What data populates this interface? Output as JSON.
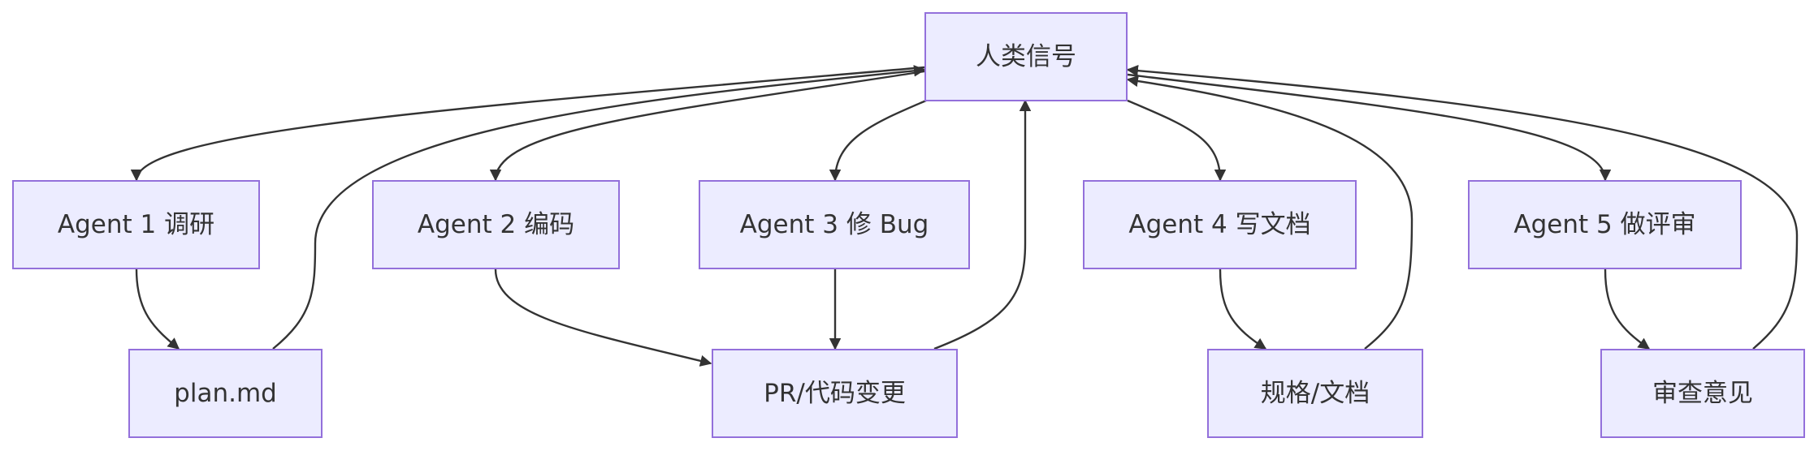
{
  "nodes": {
    "human": {
      "label": "人类信号"
    },
    "a1": {
      "label": "Agent 1 调研"
    },
    "a2": {
      "label": "Agent 2 编码"
    },
    "a3": {
      "label": "Agent 3 修 Bug"
    },
    "a4": {
      "label": "Agent 4 写文档"
    },
    "a5": {
      "label": "Agent 5 做评审"
    },
    "plan": {
      "label": "plan.md"
    },
    "pr": {
      "label": "PR/代码变更"
    },
    "spec": {
      "label": "规格/文档"
    },
    "review": {
      "label": "审查意见"
    }
  },
  "edges": [
    {
      "from": "human",
      "to": "a1"
    },
    {
      "from": "human",
      "to": "a2"
    },
    {
      "from": "human",
      "to": "a3"
    },
    {
      "from": "human",
      "to": "a4"
    },
    {
      "from": "human",
      "to": "a5"
    },
    {
      "from": "a1",
      "to": "plan"
    },
    {
      "from": "a2",
      "to": "pr"
    },
    {
      "from": "a3",
      "to": "pr"
    },
    {
      "from": "a4",
      "to": "spec"
    },
    {
      "from": "a5",
      "to": "review"
    },
    {
      "from": "plan",
      "to": "human"
    },
    {
      "from": "pr",
      "to": "human"
    },
    {
      "from": "spec",
      "to": "human"
    },
    {
      "from": "review",
      "to": "human"
    }
  ],
  "colors": {
    "node_fill": "#ececff",
    "node_border": "#9370db",
    "edge": "#333333",
    "text": "#333333"
  }
}
